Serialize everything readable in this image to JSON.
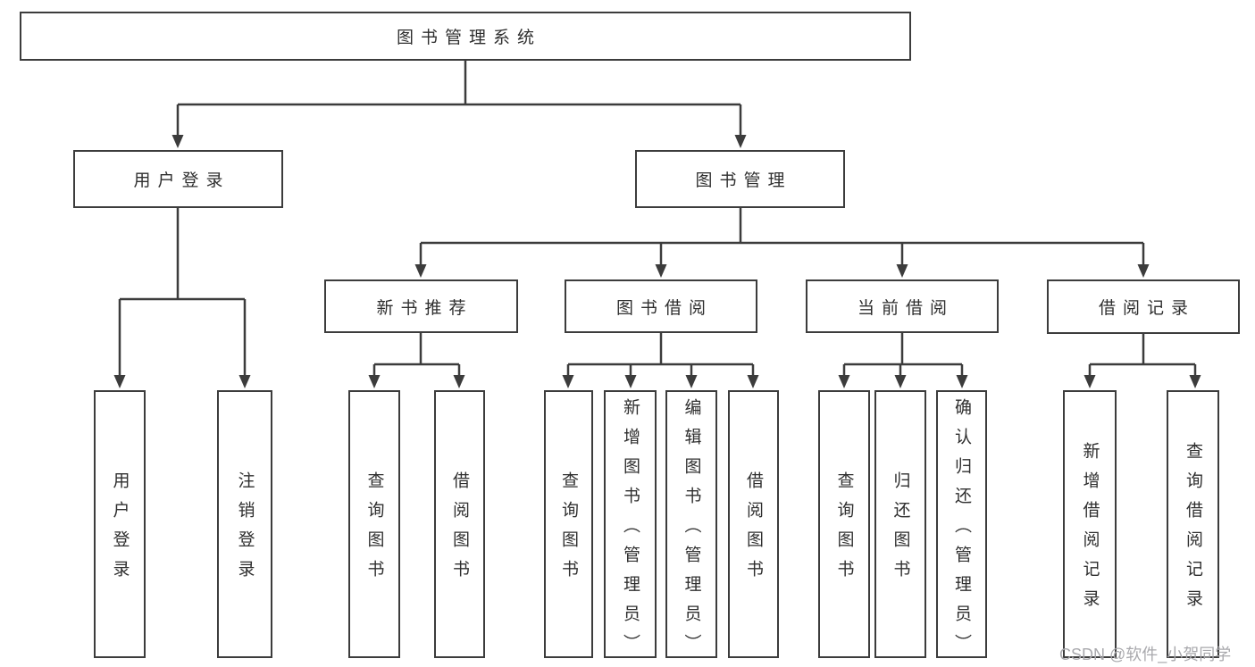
{
  "diagram": {
    "title": "图书管理系统",
    "nodes": {
      "root": "图书管理系统",
      "user_login": "用户登录",
      "book_management": "图书管理",
      "new_book_recommend": "新书推荐",
      "book_borrowing": "图书借阅",
      "current_borrowing": "当前借阅",
      "borrowing_records": "借阅记录",
      "leaf_user_login": "用户登录",
      "leaf_logout": "注销登录",
      "leaf_query_books_recommend": "查询图书",
      "leaf_borrow_books_recommend": "借阅图书",
      "leaf_query_books_borrowing": "查询图书",
      "leaf_add_book_admin": "新增图书（管理员）",
      "leaf_edit_book_admin": "编辑图书（管理员）",
      "leaf_borrow_books_borrowing": "借阅图书",
      "leaf_query_books_current": "查询图书",
      "leaf_return_books": "归还图书",
      "leaf_confirm_return_admin": "确认归还（管理员）",
      "leaf_add_borrow_record": "新增借阅记录",
      "leaf_query_borrow_record": "查询借阅记录"
    }
  },
  "watermark": {
    "text": "CSDN @软件_小贺同学"
  },
  "colors": {
    "line": "#3c3c3c",
    "box_border": "#3c3c3c",
    "text": "#2f2f2f",
    "watermark": "#a9a9ad",
    "background": "#ffffff"
  }
}
